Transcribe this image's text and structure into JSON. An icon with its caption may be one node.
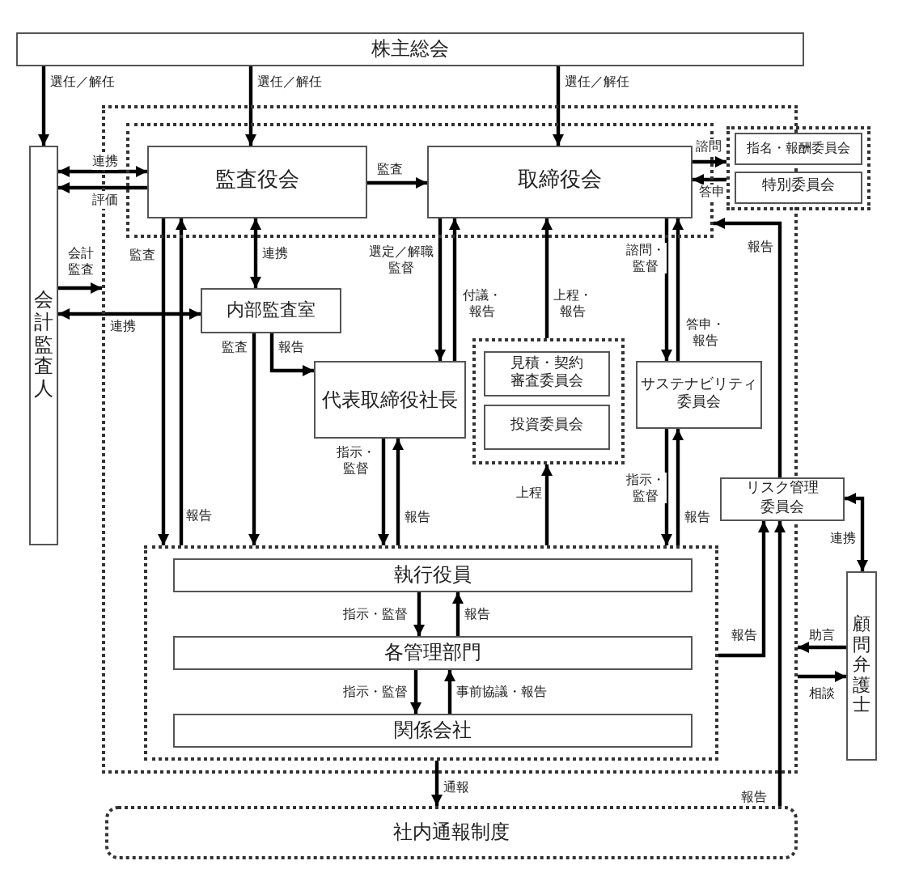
{
  "diagram": {
    "nodes": [
      {
        "text": [
          "株主総会"
        ]
      },
      {
        "text": [],
        "shape": "box"
      },
      {
        "text": [],
        "shape": "box",
        "in": 1
      },
      {
        "text": [
          "監査役会"
        ],
        "in": 2
      },
      {
        "text": [
          "取締役会"
        ],
        "in": 2
      },
      {
        "text": [],
        "shape": "box"
      },
      {
        "text": [
          "指名・報酬委員会"
        ],
        "in": 5
      },
      {
        "text": [
          "特別委員会"
        ],
        "in": 5
      },
      {
        "text": [
          "会計監査人"
        ]
      },
      {
        "text": [
          "内部監査室"
        ],
        "in": 1
      },
      {
        "text": [
          "代表取締役社長"
        ],
        "in": 1
      },
      {
        "text": [],
        "shape": "box",
        "in": 1
      },
      {
        "text": [
          "見積・契約審査委員会"
        ],
        "in": 11
      },
      {
        "text": [
          "投資委員会"
        ],
        "in": 11
      },
      {
        "text": [
          "サステナビリティ委員会"
        ],
        "in": 1
      },
      {
        "text": [
          "リスク管理委員会"
        ]
      },
      {
        "text": [],
        "shape": "box",
        "in": 1
      },
      {
        "text": [
          "執行役員"
        ],
        "in": 16
      },
      {
        "text": [
          "各管理部門"
        ],
        "in": 16
      },
      {
        "text": [
          "関係会社"
        ],
        "in": 16
      },
      {
        "text": [
          "顧問弁護士"
        ]
      },
      {
        "text": [
          "社内通報制度"
        ]
      }
    ],
    "edges": [
      {
        "from": 0,
        "to": 8,
        "arrow": "to",
        "label": "選任／解任"
      },
      {
        "from": 0,
        "to": 3,
        "arrow": "to",
        "label": "選任／解任"
      },
      {
        "from": 0,
        "to": 4,
        "arrow": "to",
        "label": "選任／解任"
      },
      {
        "from": 3,
        "to": 8,
        "arrow": "both",
        "label": "連携"
      },
      {
        "from": 3,
        "to": 8,
        "arrow": "to",
        "label": "評価"
      },
      {
        "from": 3,
        "to": 4,
        "arrow": "to",
        "label": "監査"
      },
      {
        "from": 3,
        "to": 9,
        "arrow": "both",
        "label": "連携"
      },
      {
        "from": 8,
        "to": 1,
        "arrow": "to",
        "label": "会計監査"
      },
      {
        "from": 8,
        "to": 9,
        "arrow": "both",
        "label": "連携"
      },
      {
        "from": 3,
        "to": 16,
        "arrow": "to",
        "label": "監査"
      },
      {
        "from": 16,
        "to": 3,
        "arrow": "to",
        "label": "報告"
      },
      {
        "from": 9,
        "to": 16,
        "arrow": "to",
        "label": "監査"
      },
      {
        "from": 9,
        "to": 10,
        "arrow": "to",
        "label": "報告"
      },
      {
        "from": 4,
        "to": 10,
        "arrow": "to",
        "label": "選定／解職監督"
      },
      {
        "from": 10,
        "to": 4,
        "arrow": "to",
        "label": "付議・報告"
      },
      {
        "from": 11,
        "to": 4,
        "arrow": "to",
        "label": "上程・報告"
      },
      {
        "from": 4,
        "to": 14,
        "arrow": "to",
        "label": "諮問・監督"
      },
      {
        "from": 14,
        "to": 4,
        "arrow": "to",
        "label": "答申・報告"
      },
      {
        "from": 10,
        "to": 16,
        "arrow": "to",
        "label": "指示・監督"
      },
      {
        "from": 16,
        "to": 10,
        "arrow": "to",
        "label": "報告"
      },
      {
        "from": 16,
        "to": 11,
        "arrow": "to",
        "label": "上程"
      },
      {
        "from": 14,
        "to": 16,
        "arrow": "to",
        "label": "指示・監督"
      },
      {
        "from": 16,
        "to": 14,
        "arrow": "to",
        "label": "報告"
      },
      {
        "from": 4,
        "to": 5,
        "arrow": "to",
        "label": "諮問"
      },
      {
        "from": 5,
        "to": 4,
        "arrow": "to",
        "label": "答申"
      },
      {
        "from": 15,
        "to": 2,
        "arrow": "to",
        "label": "報告"
      },
      {
        "from": 16,
        "to": 15,
        "arrow": "to",
        "label": "報告"
      },
      {
        "from": 21,
        "to": 15,
        "arrow": "to",
        "label": "報告"
      },
      {
        "from": 15,
        "to": 20,
        "arrow": "both",
        "label": "連携"
      },
      {
        "from": 20,
        "to": 1,
        "arrow": "to",
        "label": "助言"
      },
      {
        "from": 1,
        "to": 20,
        "arrow": "to",
        "label": "相談"
      },
      {
        "from": 16,
        "to": 21,
        "arrow": "to",
        "label": "通報"
      },
      {
        "from": 17,
        "to": 18,
        "arrow": "to",
        "label": "指示・監督"
      },
      {
        "from": 18,
        "to": 17,
        "arrow": "to",
        "label": "報告"
      },
      {
        "from": 18,
        "to": 19,
        "arrow": "to",
        "label": "指示・監督"
      },
      {
        "from": 19,
        "to": 18,
        "arrow": "to",
        "label": "事前協議・報告"
      }
    ]
  }
}
